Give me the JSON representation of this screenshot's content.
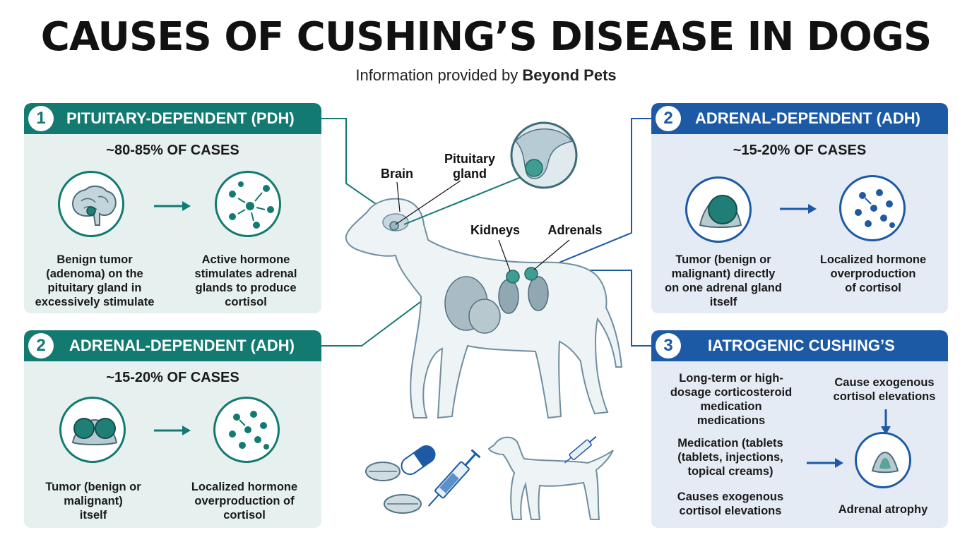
{
  "header": {
    "title": "CAUSES OF CUSHING’S DISEASE IN DOGS",
    "subtitle_prefix": "Information provided by ",
    "subtitle_brand": "Beyond Pets"
  },
  "colors": {
    "teal": "#137a72",
    "blue": "#1c5aa6",
    "teal_bg": "#e6f1ef",
    "blue_bg": "#e5ebf4"
  },
  "panels": {
    "pdh": {
      "number": "1",
      "title": "PITUITARY-DEPENDENT (PDH)",
      "cases": "~80-85% OF CASES",
      "left_icon": "brain-icon",
      "right_icon": "hormone-stimulation-icon",
      "left_text": [
        "Benign tumor",
        "(adenoma) on the",
        "pituitary gland in",
        "excessively stimulate"
      ],
      "right_text": [
        "Active hormone",
        "stimulates adrenal",
        "glands to produce",
        "cortisol"
      ]
    },
    "adh_left": {
      "number": "2",
      "title": "ADRENAL-DEPENDENT (ADH)",
      "cases": "~15-20% OF CASES",
      "left_icon": "adrenal-tumors-icon",
      "right_icon": "cortisol-molecules-icon",
      "left_text": [
        "Tumor (benign or",
        "malignant)",
        "itself"
      ],
      "right_text": [
        "Localized hormone",
        "overproduction of",
        "cortisol"
      ]
    },
    "adh_right": {
      "number": "2",
      "title": "ADRENAL-DEPENDENT (ADH)",
      "cases": "~15-20% OF CASES",
      "left_icon": "adrenal-gland-tumor-icon",
      "right_icon": "cortisol-molecules-icon",
      "left_text": [
        "Tumor (benign or",
        "malignant) directly",
        "on one adrenal gland",
        "itself"
      ],
      "right_text": [
        "Localized hormone",
        "overproduction",
        "of cortisol"
      ]
    },
    "iatrogenic": {
      "number": "3",
      "title": "IATROGENIC CUSHING’S",
      "text_a": [
        "Long-term or high-",
        "dosage corticosteroid",
        "medication",
        "medications"
      ],
      "text_b": [
        "Medication (tablets",
        "(tablets, injections,",
        "topical creams)"
      ],
      "text_c": [
        "Causes exogenous",
        "cortisol elevations"
      ],
      "text_d": [
        "Cause exogenous",
        "cortisol elevations"
      ],
      "result_icon": "atrophied-adrenal-icon",
      "result_label": "Adrenal atrophy"
    }
  },
  "center": {
    "labels": {
      "brain": "Brain",
      "pituitary": [
        "Pituitary",
        "gland"
      ],
      "kidneys": "Kidneys",
      "adrenals": "Adrenals"
    },
    "icons": [
      "dog-anatomy-illustration",
      "pituitary-zoom-icon",
      "pills-icon",
      "capsule-icon",
      "syringe-icon",
      "dog-injection-icon"
    ]
  }
}
